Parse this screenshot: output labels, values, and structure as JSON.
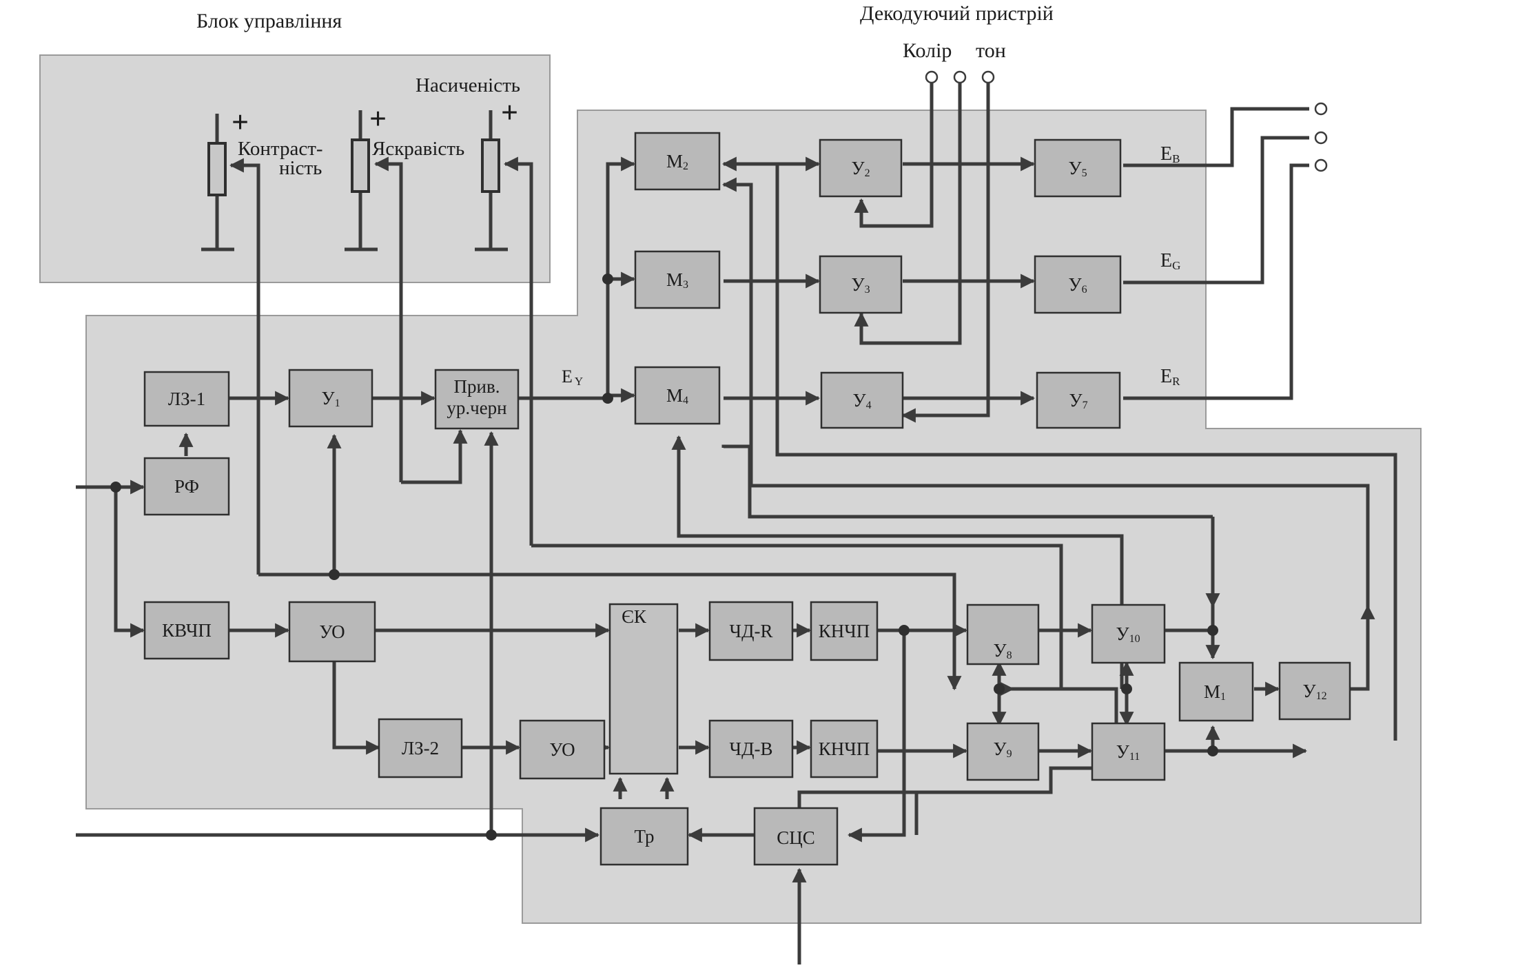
{
  "titles": {
    "control_unit": "Блок управління",
    "decoder": "Декодуючий пристрій",
    "colour": "Колір",
    "tone": "тон"
  },
  "controls": {
    "contrast_line1": "Контраст-",
    "contrast_line2": "ність",
    "brightness": "Яскравість",
    "saturation": "Насиченість",
    "plus": "+"
  },
  "blocks": {
    "lz1": "ЛЗ-1",
    "u1": "У",
    "u1_sub": "1",
    "priv_line1": "Прив.",
    "priv_line2": "ур.черн",
    "rf": "РФ",
    "kvchp": "КВЧП",
    "uo1": "УО",
    "lz2": "ЛЗ-2",
    "uo2": "УО",
    "ek": "ЄК",
    "chd_r": "ЧД-R",
    "chd_b": "ЧД-В",
    "knchp1": "КНЧП",
    "knchp2": "КНЧП",
    "tr": "Тр",
    "scs": "СЦС",
    "m1": "М",
    "m1_sub": "1",
    "m2": "М",
    "m2_sub": "2",
    "m3": "М",
    "m3_sub": "3",
    "m4": "М",
    "m4_sub": "4",
    "u2": "У",
    "u2_sub": "2",
    "u3": "У",
    "u3_sub": "3",
    "u4": "У",
    "u4_sub": "4",
    "u5": "У",
    "u5_sub": "5",
    "u6": "У",
    "u6_sub": "6",
    "u7": "У",
    "u7_sub": "7",
    "u8": "У",
    "u8_sub": "8",
    "u9": "У",
    "u9_sub": "9",
    "u10": "У",
    "u10_sub": "10",
    "u11": "У",
    "u11_sub": "11",
    "u12": "У",
    "u12_sub": "12"
  },
  "signals": {
    "ey": "E",
    "ey_sub": "Y",
    "eb": "E",
    "eb_sub": "B",
    "eg": "E",
    "eg_sub": "G",
    "er": "E",
    "er_sub": "R"
  },
  "colors": {
    "panel": "#d6d6d6",
    "block": "#b9b9b9",
    "line": "#3b3b3b",
    "switch_dash": "#d79a88"
  }
}
